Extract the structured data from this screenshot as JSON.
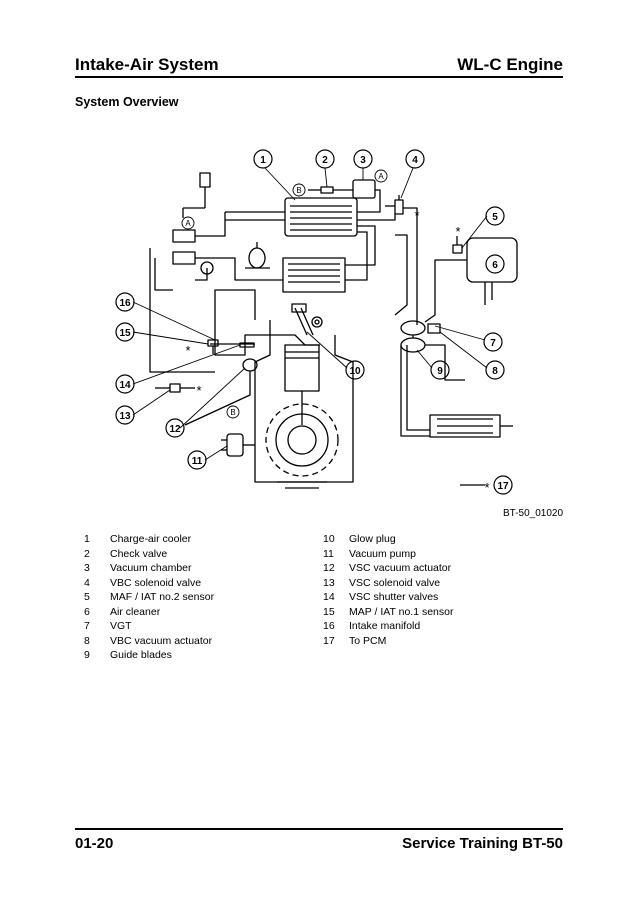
{
  "header": {
    "left": "Intake-Air System",
    "right": "WL-C Engine"
  },
  "section_title": "System Overview",
  "figure": {
    "code": "BT-50_01020",
    "callouts": [
      "1",
      "2",
      "3",
      "4",
      "5",
      "6",
      "7",
      "8",
      "9",
      "10",
      "11",
      "12",
      "13",
      "14",
      "15",
      "16",
      "17"
    ],
    "markers": {
      "a": "A",
      "b": "B",
      "star": "*"
    }
  },
  "legend": {
    "col1": [
      {
        "num": "1",
        "label": "Charge-air cooler"
      },
      {
        "num": "2",
        "label": "Check valve"
      },
      {
        "num": "3",
        "label": "Vacuum chamber"
      },
      {
        "num": "4",
        "label": "VBC solenoid valve"
      },
      {
        "num": "5",
        "label": "MAF / IAT no.2 sensor"
      },
      {
        "num": "6",
        "label": "Air cleaner"
      },
      {
        "num": "7",
        "label": "VGT"
      },
      {
        "num": "8",
        "label": "VBC vacuum actuator"
      },
      {
        "num": "9",
        "label": "Guide blades"
      }
    ],
    "col2": [
      {
        "num": "10",
        "label": "Glow plug"
      },
      {
        "num": "11",
        "label": "Vacuum pump"
      },
      {
        "num": "12",
        "label": "VSC vacuum actuator"
      },
      {
        "num": "13",
        "label": "VSC solenoid valve"
      },
      {
        "num": "14",
        "label": "VSC shutter valves"
      },
      {
        "num": "15",
        "label": "MAP / IAT no.1 sensor"
      },
      {
        "num": "16",
        "label": "Intake manifold"
      },
      {
        "num": "17",
        "label": "To PCM"
      }
    ]
  },
  "footer": {
    "left": "01-20",
    "right": "Service Training BT-50"
  }
}
